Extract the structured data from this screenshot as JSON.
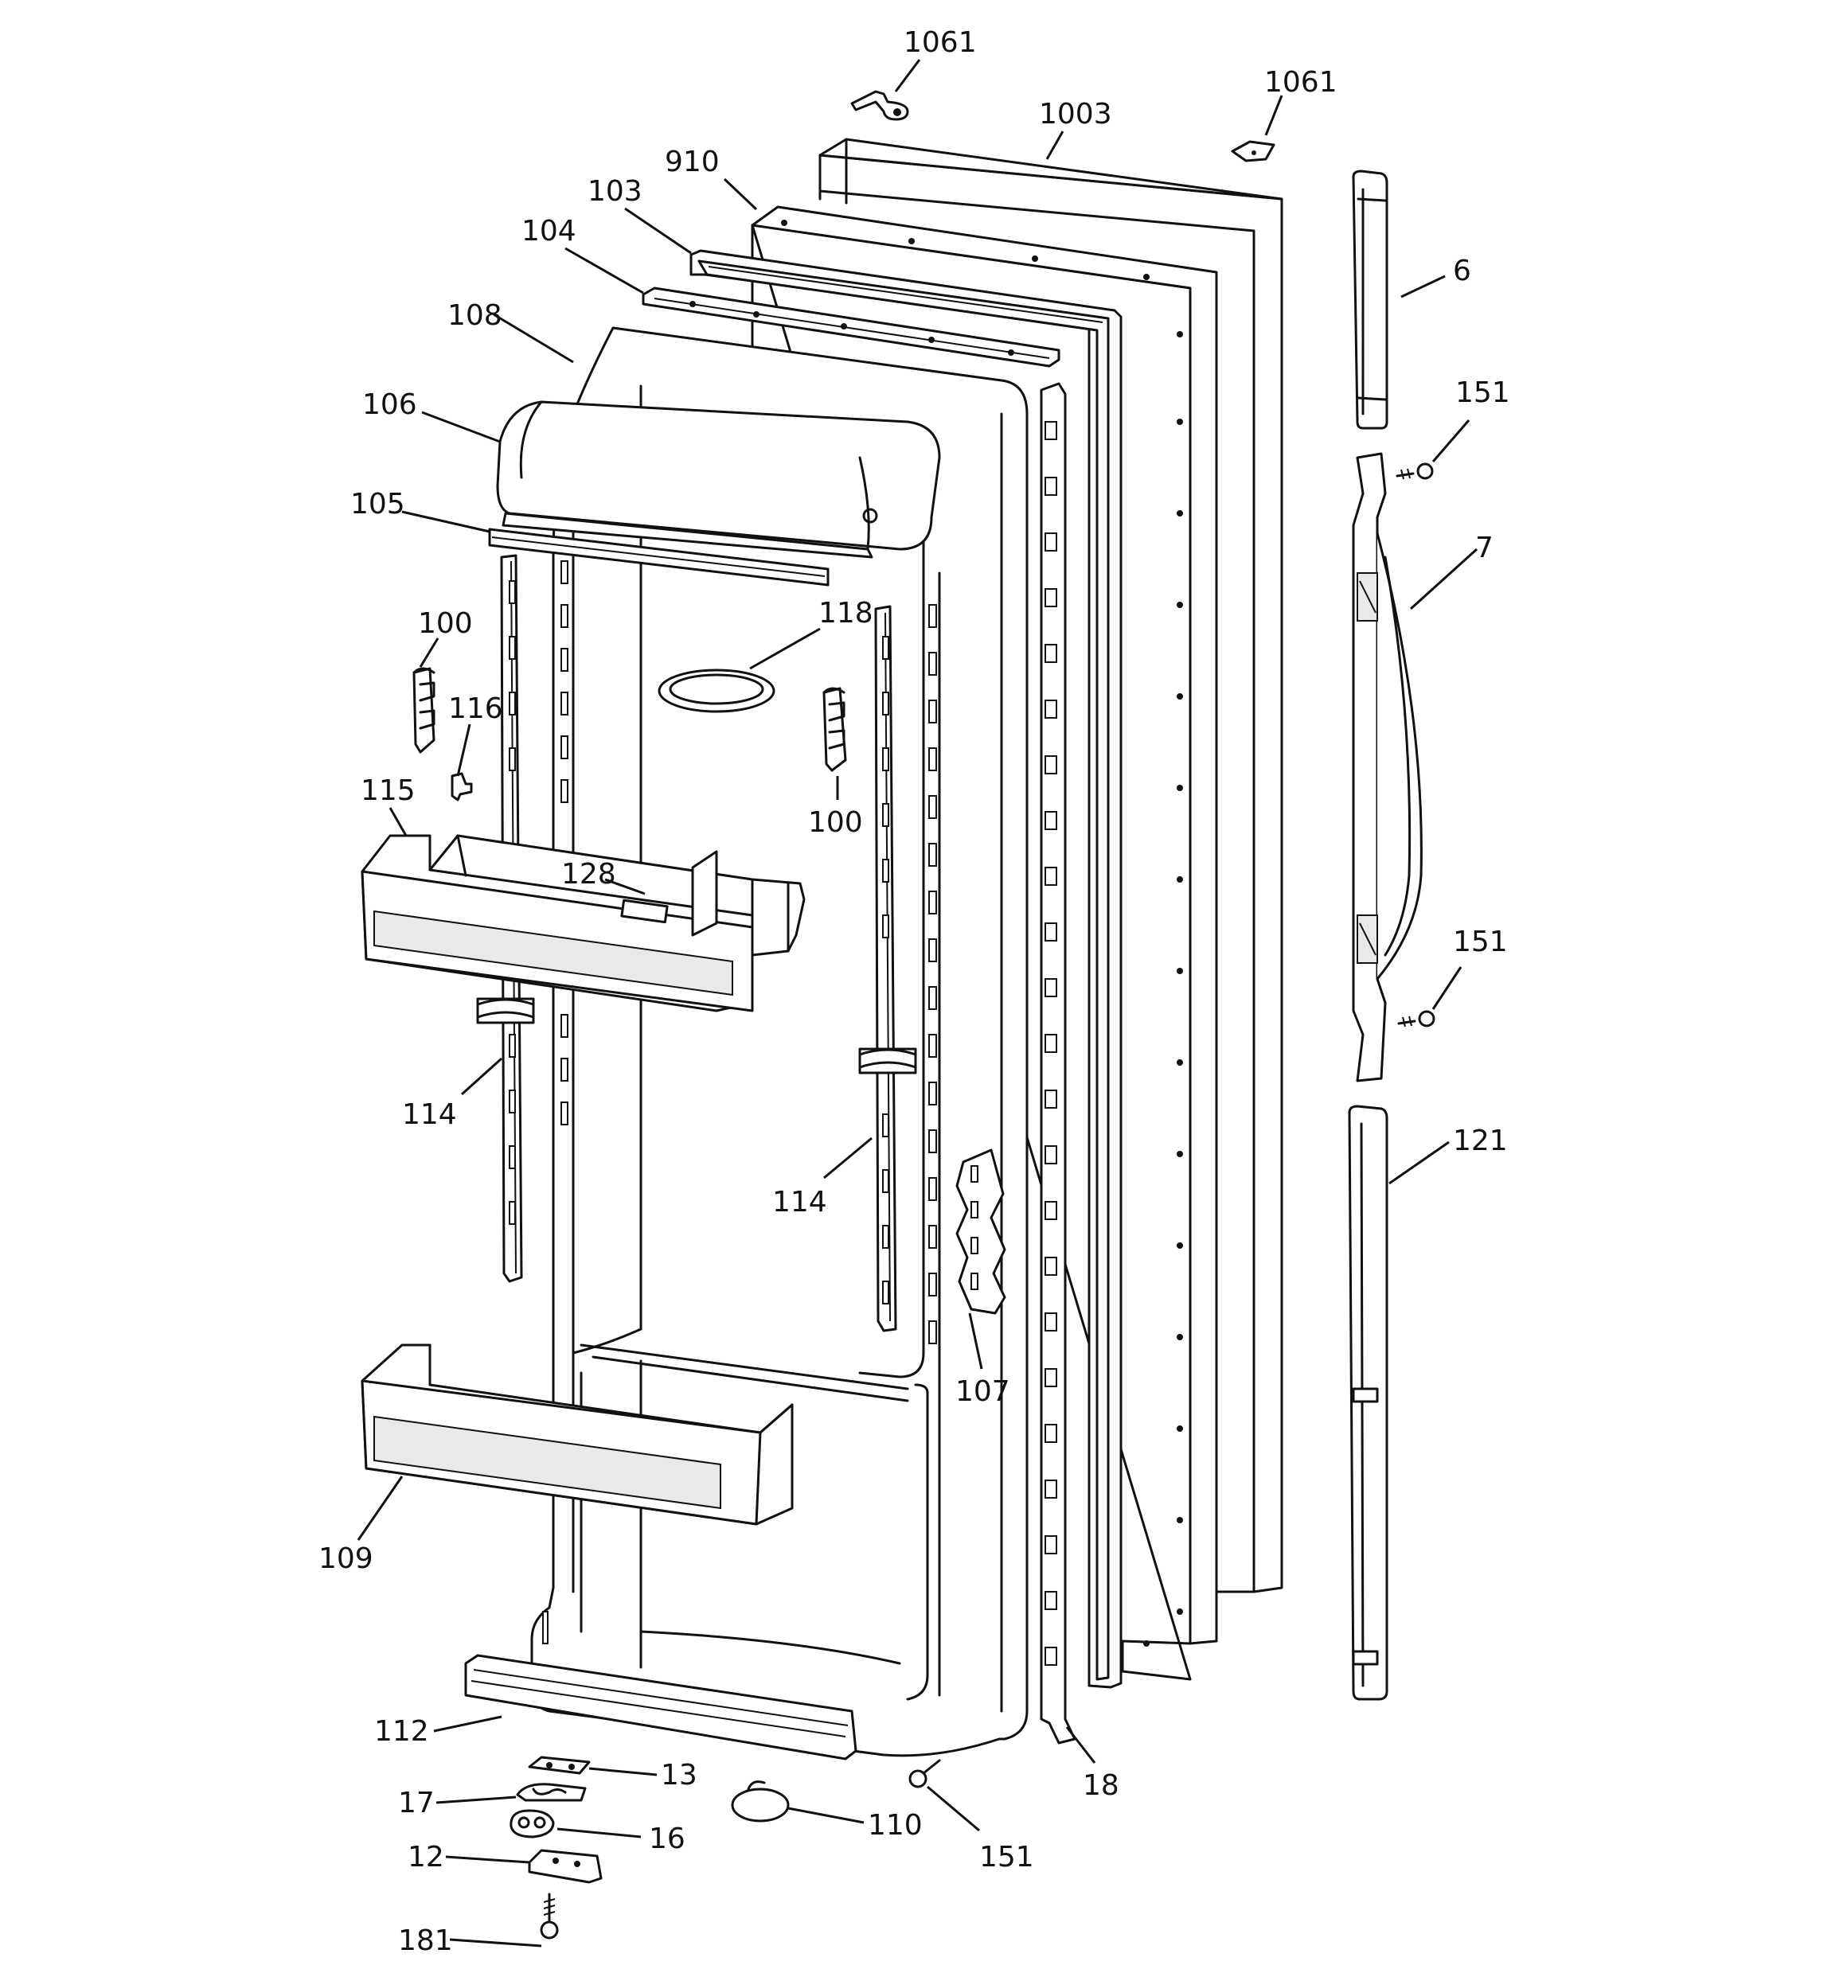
{
  "labels": {
    "l1061a": "1061",
    "l1061b": "1061",
    "l1003": "1003",
    "l910": "910",
    "l103": "103",
    "l104": "104",
    "l108": "108",
    "l106": "106",
    "l105": "105",
    "l100a": "100",
    "l100b": "100",
    "l116": "116",
    "l118": "118",
    "l115": "115",
    "l128": "128",
    "l114a": "114",
    "l114b": "114",
    "l107": "107",
    "l109": "109",
    "l112": "112",
    "l13": "13",
    "l17": "17",
    "l16": "16",
    "l12": "12",
    "l181": "181",
    "l110": "110",
    "l151a": "151",
    "l151b": "151",
    "l151c": "151",
    "l18": "18",
    "l6": "6",
    "l7": "7",
    "l121": "121"
  }
}
